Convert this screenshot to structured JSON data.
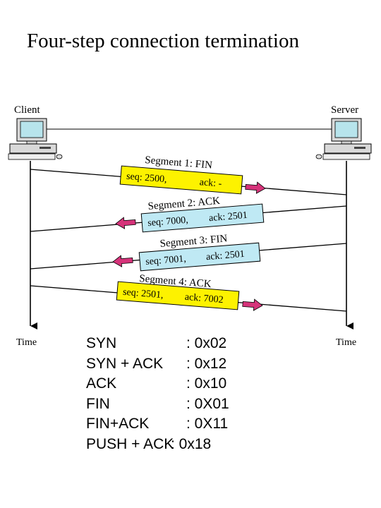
{
  "title": "Four-step connection termination",
  "diagram": {
    "client_label": "Client",
    "server_label": "Server",
    "time_label_left": "Time",
    "time_label_right": "Time",
    "colors": {
      "fin_box": "#fdf200",
      "ack_box": "#bfe9f4",
      "arrow": "#d6337a"
    },
    "segments": [
      {
        "label": "Segment 1: FIN",
        "seq": "seq: 2500,",
        "ack": "ack: -",
        "direction": "client-to-server",
        "box_color": "yellow"
      },
      {
        "label": "Segment 2: ACK",
        "seq": "seq: 7000,",
        "ack": "ack: 2501",
        "direction": "server-to-client",
        "box_color": "blue"
      },
      {
        "label": "Segment 3: FIN",
        "seq": "seq: 7001,",
        "ack": "ack: 2501",
        "direction": "server-to-client",
        "box_color": "blue"
      },
      {
        "label": "Segment 4: ACK",
        "seq": "seq: 2501,",
        "ack": "ack: 7002",
        "direction": "client-to-server",
        "box_color": "yellow"
      }
    ]
  },
  "flags": [
    {
      "name": "SYN",
      "value": ": 0x02"
    },
    {
      "name": "SYN + ACK",
      "value": ": 0x12"
    },
    {
      "name": "ACK",
      "value": ": 0x10"
    },
    {
      "name": "FIN",
      "value": ": 0X01"
    },
    {
      "name": "FIN+ACK",
      "value": ": 0X11"
    },
    {
      "name": "PUSH + ACK",
      "value": ": 0x18"
    }
  ]
}
